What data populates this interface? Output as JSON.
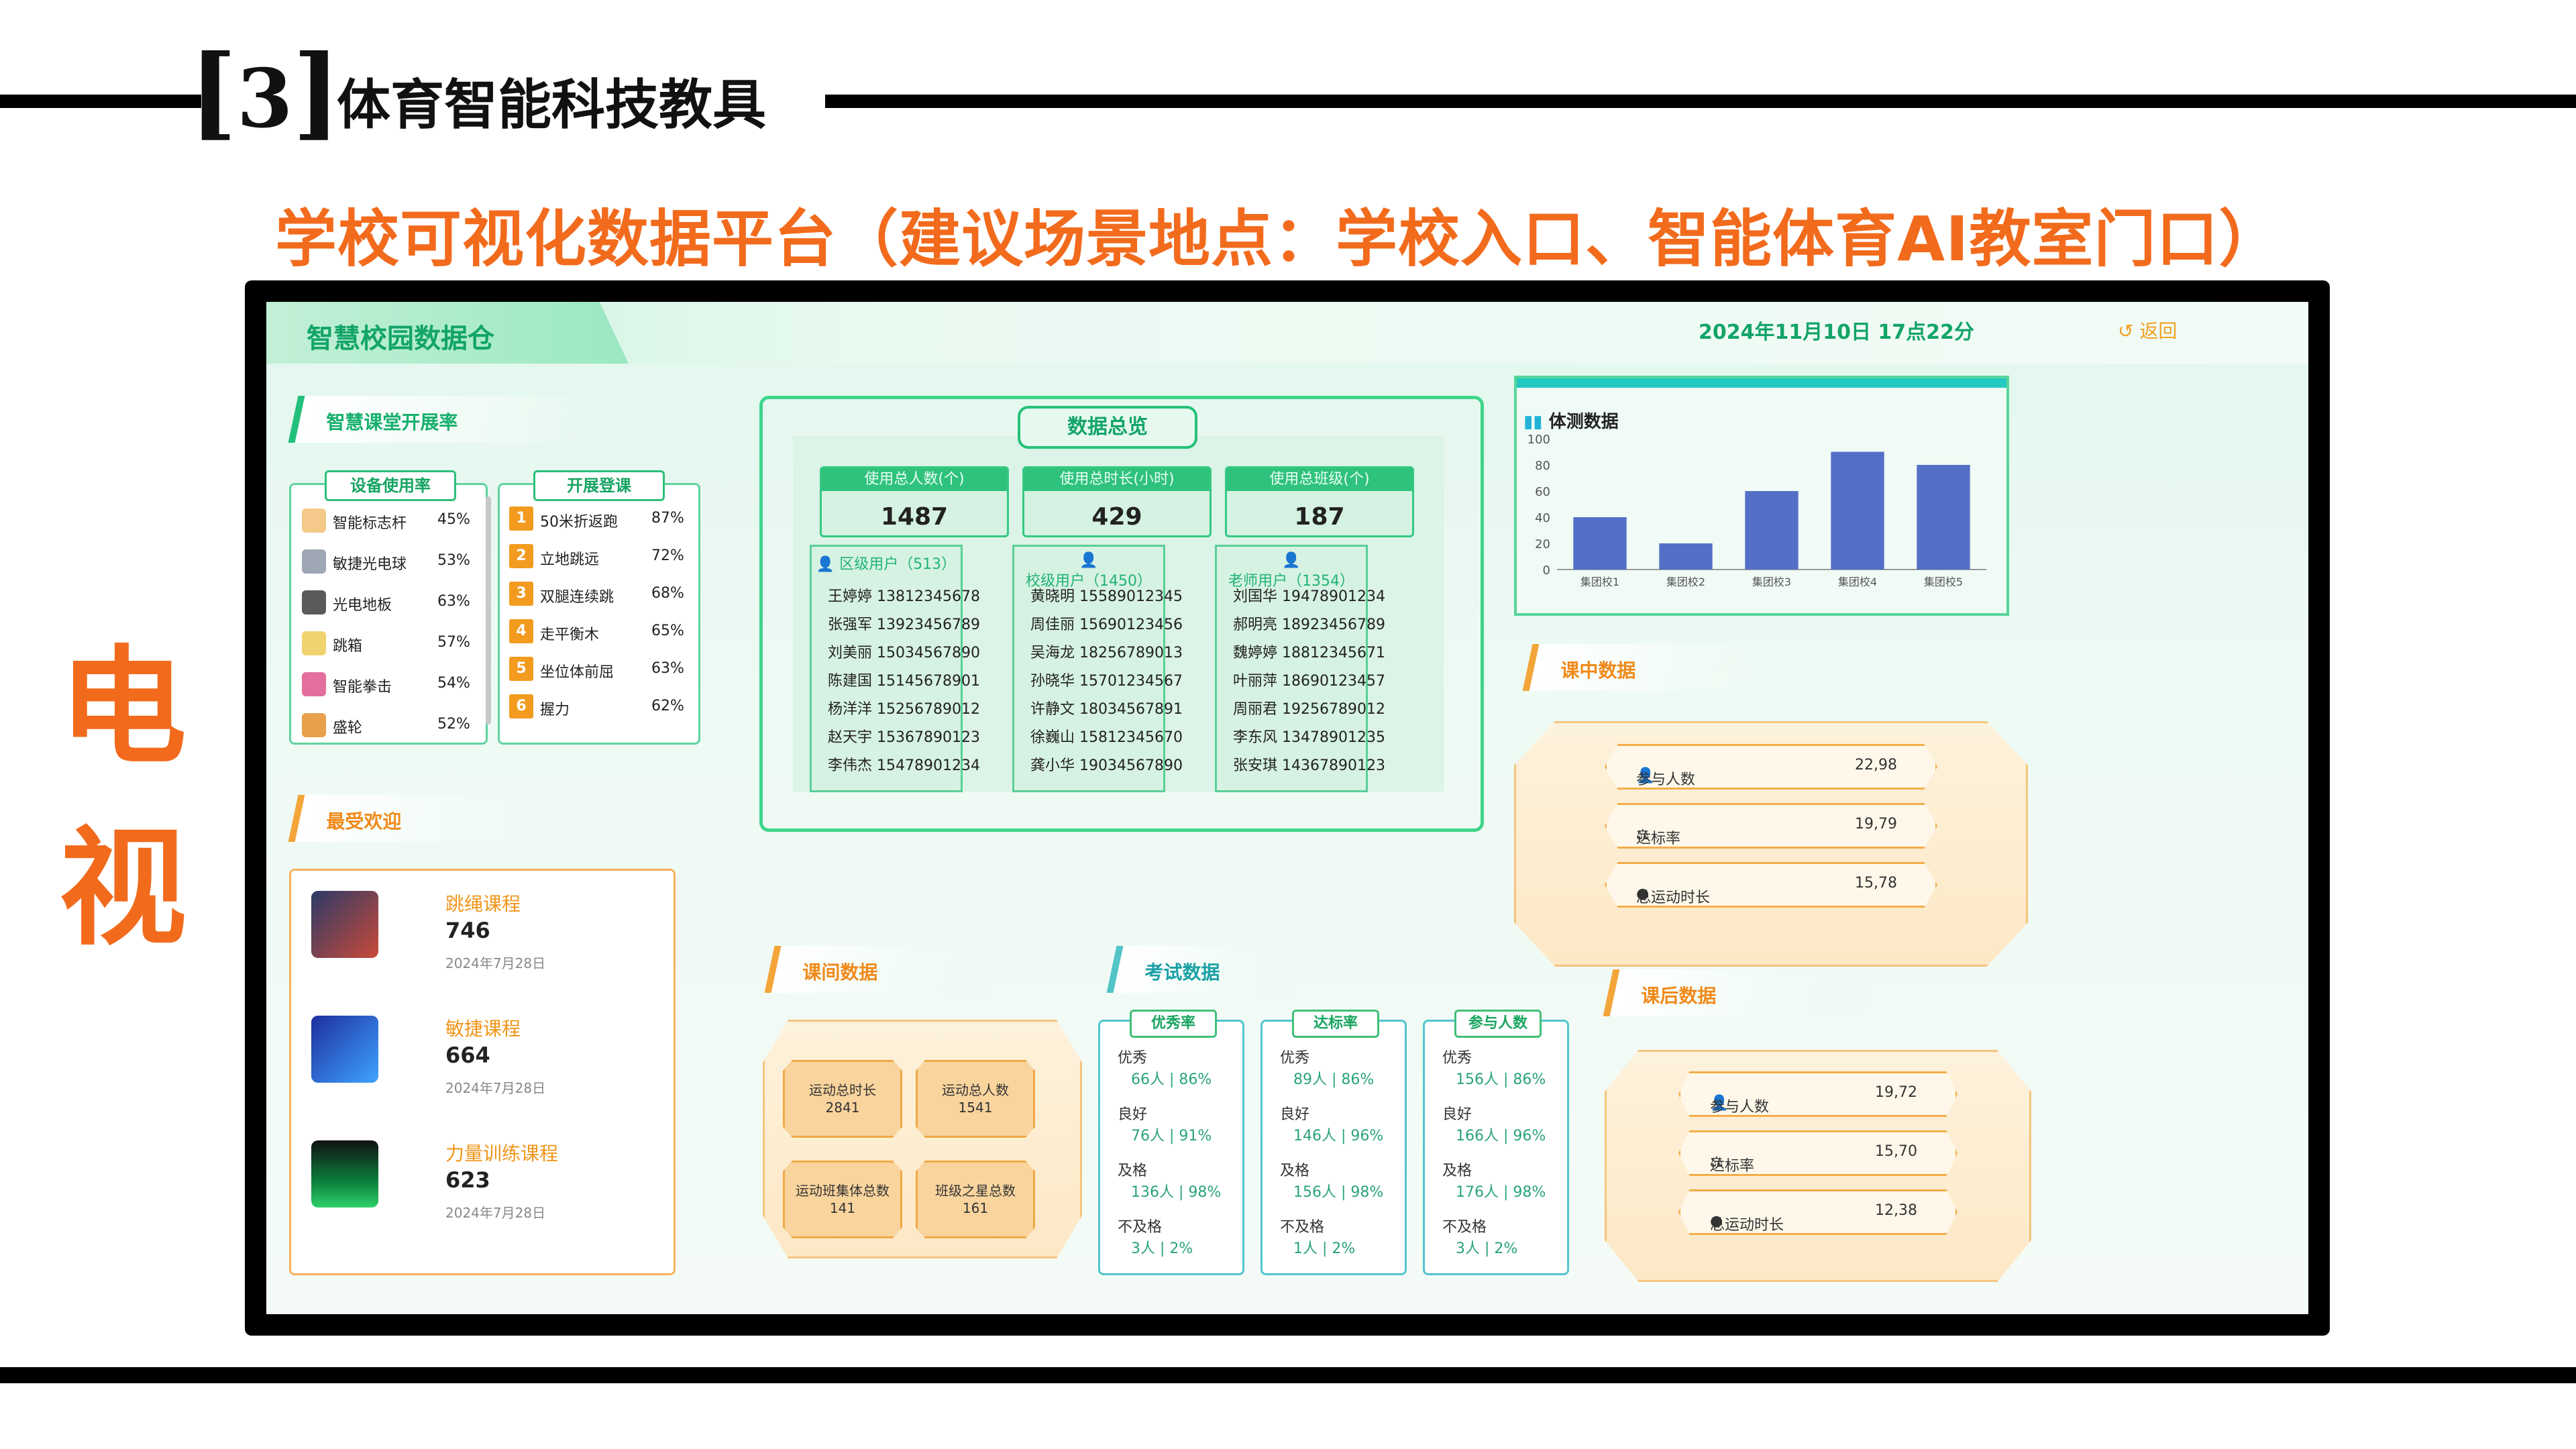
{
  "slide": {
    "section_number": "3",
    "section_title": "体育智能科技教具",
    "subtitle": "学校可视化数据平台（建议场景地点：学校入口、智能体育AI教室门口）",
    "side_label_1": "电",
    "side_label_2": "视"
  },
  "header": {
    "title": "智慧校园数据仓",
    "datetime": "2024年11月10日 17点22分",
    "back": "↺ 返回"
  },
  "classroom": {
    "section_title": "智慧课堂开展率",
    "device_panel_title": "设备使用率",
    "devices": [
      {
        "name": "智能标志杆",
        "pct": "45%",
        "icon": "marker-pole-icon"
      },
      {
        "name": "敏捷光电球",
        "pct": "53%",
        "icon": "light-ball-icon"
      },
      {
        "name": "光电地板",
        "pct": "63%",
        "icon": "light-floor-icon"
      },
      {
        "name": "跳箱",
        "pct": "57%",
        "icon": "vault-box-icon"
      },
      {
        "name": "智能拳击",
        "pct": "54%",
        "icon": "boxing-icon"
      },
      {
        "name": "盛轮",
        "pct": "52%",
        "icon": "wheel-icon"
      }
    ],
    "course_panel_title": "开展登课",
    "courses": [
      {
        "rank": "1",
        "name": "50米折返跑",
        "pct": "87%"
      },
      {
        "rank": "2",
        "name": "立地跳远",
        "pct": "72%"
      },
      {
        "rank": "3",
        "name": "双腿连续跳",
        "pct": "68%"
      },
      {
        "rank": "4",
        "name": "走平衡木",
        "pct": "65%"
      },
      {
        "rank": "5",
        "name": "坐位体前屈",
        "pct": "63%"
      },
      {
        "rank": "6",
        "name": "握力",
        "pct": "62%"
      }
    ]
  },
  "favorites": {
    "section_title": "最受欢迎",
    "items": [
      {
        "name": "跳绳课程",
        "count": "746",
        "date": "2024年7月28日"
      },
      {
        "name": "敏捷课程",
        "count": "664",
        "date": "2024年7月28日"
      },
      {
        "name": "力量训练课程",
        "count": "623",
        "date": "2024年7月28日"
      }
    ]
  },
  "overview": {
    "title": "数据总览",
    "stats": [
      {
        "label": "使用总人数(个)",
        "value": "1487"
      },
      {
        "label": "使用总时长(小时)",
        "value": "429"
      },
      {
        "label": "使用总班级(个)",
        "value": "187"
      }
    ],
    "groups": [
      {
        "title": "区级用户（513）",
        "users": [
          {
            "name": "王婷婷",
            "phone": "13812345678"
          },
          {
            "name": "张强军",
            "phone": "13923456789"
          },
          {
            "name": "刘美丽",
            "phone": "15034567890"
          },
          {
            "name": "陈建国",
            "phone": "15145678901"
          },
          {
            "name": "杨洋洋",
            "phone": "15256789012"
          },
          {
            "name": "赵天宇",
            "phone": "15367890123"
          },
          {
            "name": "李伟杰",
            "phone": "15478901234"
          }
        ]
      },
      {
        "title": "校级用户（1450）",
        "users": [
          {
            "name": "黄晓明",
            "phone": "15589012345"
          },
          {
            "name": "周佳丽",
            "phone": "15690123456"
          },
          {
            "name": "吴海龙",
            "phone": "18256789013"
          },
          {
            "name": "孙晓华",
            "phone": "15701234567"
          },
          {
            "name": "许静文",
            "phone": "18034567891"
          },
          {
            "name": "徐巍山",
            "phone": "15812345670"
          },
          {
            "name": "龚小华",
            "phone": "19034567890"
          }
        ]
      },
      {
        "title": "老师用户（1354）",
        "users": [
          {
            "name": "刘国华",
            "phone": "19478901234"
          },
          {
            "name": "郝明亮",
            "phone": "18923456789"
          },
          {
            "name": "魏婷婷",
            "phone": "18812345671"
          },
          {
            "name": "叶丽萍",
            "phone": "18690123457"
          },
          {
            "name": "周丽君",
            "phone": "19256789012"
          },
          {
            "name": "李东风",
            "phone": "13478901235"
          },
          {
            "name": "张安琪",
            "phone": "14367890123"
          }
        ]
      }
    ]
  },
  "fitness": {
    "title": "体测数据",
    "icon": "bar-chart-icon"
  },
  "chart_data": {
    "type": "bar",
    "title": "体测数据",
    "categories": [
      "集团校1",
      "集团校2",
      "集团校3",
      "集团校4",
      "集团校5"
    ],
    "values": [
      40,
      20,
      60,
      90,
      80
    ],
    "ylim": [
      0,
      100
    ],
    "yticks": [
      0,
      20,
      40,
      60,
      80,
      100
    ],
    "bar_color": "#5470c6",
    "grid": false
  },
  "in_class": {
    "section_title": "课中数据",
    "metrics": [
      {
        "icon": "person-icon",
        "label": "参与人数",
        "value": "22,98"
      },
      {
        "icon": "scale-icon",
        "label": "达标率",
        "value": "19,79"
      },
      {
        "icon": "clock-icon",
        "label": "总运动时长",
        "value": "15,78"
      }
    ]
  },
  "between_class": {
    "section_title": "课间数据",
    "tiles": [
      {
        "label": "运动总时长",
        "value": "2841"
      },
      {
        "label": "运动总人数",
        "value": "1541"
      },
      {
        "label": "运动班集体总数",
        "value": "141"
      },
      {
        "label": "班级之星总数",
        "value": "161"
      }
    ]
  },
  "exam": {
    "section_title": "考试数据",
    "panels": [
      {
        "title": "优秀率",
        "rows": [
          {
            "label": "优秀",
            "value": "66人 | 86%"
          },
          {
            "label": "良好",
            "value": "76人 | 91%"
          },
          {
            "label": "及格",
            "value": "136人 | 98%"
          },
          {
            "label": "不及格",
            "value": "3人 | 2%"
          }
        ]
      },
      {
        "title": "达标率",
        "rows": [
          {
            "label": "优秀",
            "value": "89人 | 86%"
          },
          {
            "label": "良好",
            "value": "146人 | 96%"
          },
          {
            "label": "及格",
            "value": "156人 | 98%"
          },
          {
            "label": "不及格",
            "value": "1人 | 2%"
          }
        ]
      },
      {
        "title": "参与人数",
        "rows": [
          {
            "label": "优秀",
            "value": "156人 | 86%"
          },
          {
            "label": "良好",
            "value": "166人 | 96%"
          },
          {
            "label": "及格",
            "value": "176人 | 98%"
          },
          {
            "label": "不及格",
            "value": "3人 | 2%"
          }
        ]
      }
    ]
  },
  "after_class": {
    "section_title": "课后数据",
    "metrics": [
      {
        "icon": "person-icon",
        "label": "参与人数",
        "value": "19,72"
      },
      {
        "icon": "scale-icon",
        "label": "达标率",
        "value": "15,70"
      },
      {
        "icon": "clock-icon",
        "label": "总运动时长",
        "value": "12,38"
      }
    ]
  }
}
